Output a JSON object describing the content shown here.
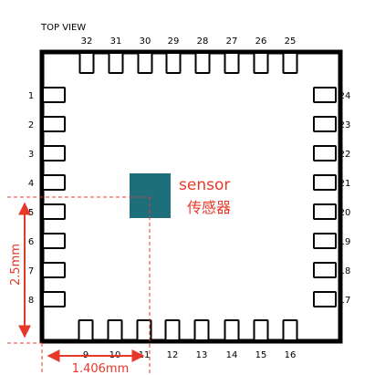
{
  "view_title": "TOP VIEW",
  "pins": {
    "top": [
      "32",
      "31",
      "30",
      "29",
      "28",
      "27",
      "26",
      "25"
    ],
    "left": [
      "1",
      "2",
      "3",
      "4",
      "5",
      "6",
      "7",
      "8"
    ],
    "right": [
      "24",
      "23",
      "22",
      "21",
      "20",
      "19",
      "18",
      "17"
    ],
    "bottom": [
      "9",
      "10",
      "11",
      "12",
      "13",
      "14",
      "15",
      "16"
    ]
  },
  "sensor": {
    "label_en": "sensor",
    "label_cn": "传感器",
    "color": "#1e6f7c",
    "label_color": "#e8382b"
  },
  "dimensions": {
    "vertical": "2.5mm",
    "horizontal": "1.406mm",
    "line_color": "#e8382b"
  }
}
